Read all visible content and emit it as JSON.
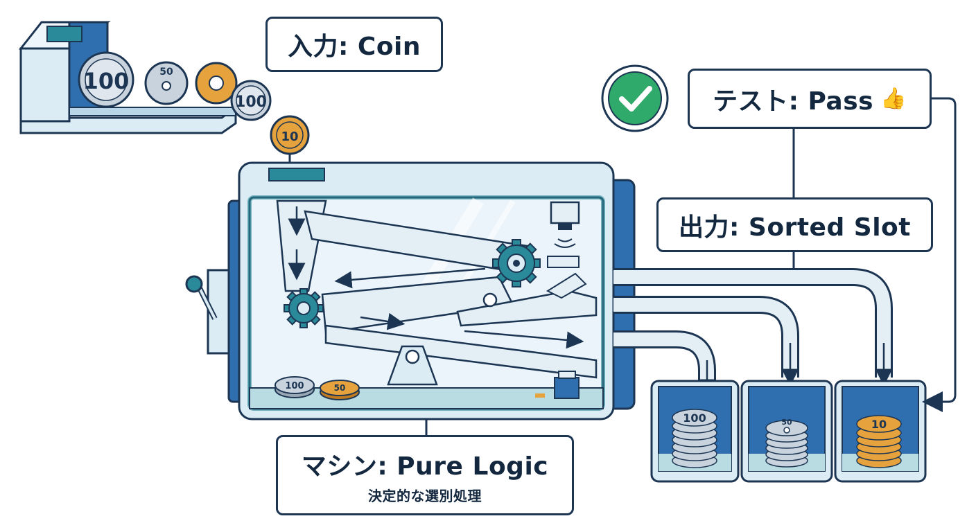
{
  "labels": {
    "input": "入力: Coin",
    "test": "テスト: Pass",
    "test_emoji": "👍",
    "output": "出力: Sorted Slot",
    "machine_main": "マシン: Pure Logic",
    "machine_sub": "決定的な選別処理"
  },
  "coins": {
    "hopper": [
      "100",
      "50",
      "",
      "100"
    ],
    "dropping": "10",
    "tray": [
      "100",
      "50"
    ],
    "slots": [
      "100",
      "50",
      "10"
    ]
  },
  "colors": {
    "outline": "#1c3552",
    "teal": "#2b8a9a",
    "blue": "#2f6fb0",
    "light_blue": "#dcecf5",
    "pass_green": "#2faa6a",
    "gold": "#e6a23c",
    "silver": "#c9d3de"
  },
  "icons": [
    "check-icon",
    "gear-icon",
    "thumbs-up-icon",
    "sensor-icon",
    "arrow-icon"
  ]
}
